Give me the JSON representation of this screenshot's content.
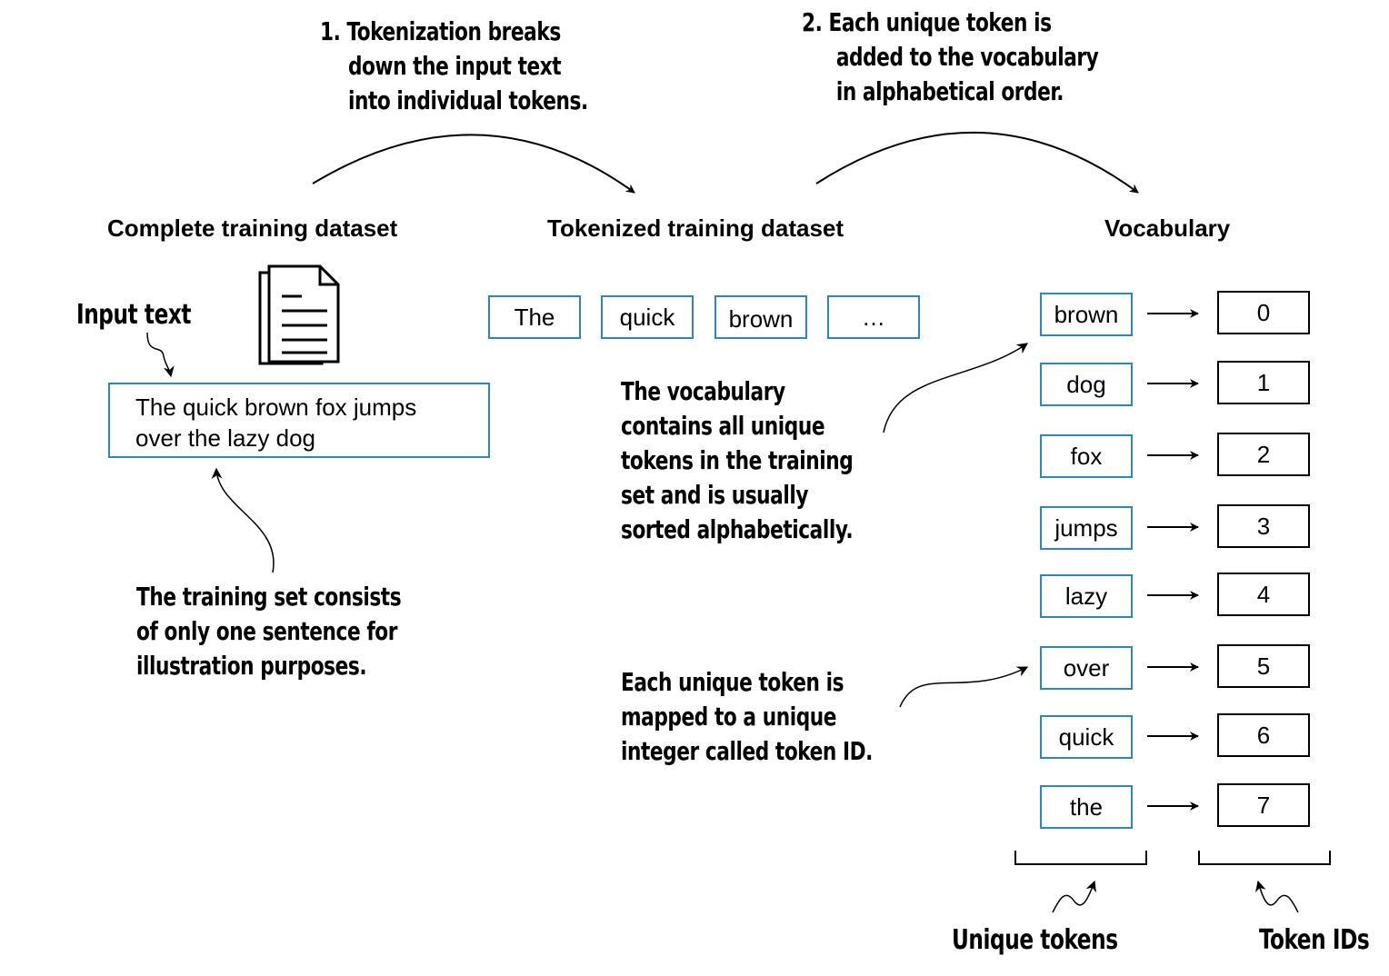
{
  "steps": {
    "step1": [
      "1. Tokenization breaks",
      "down the input text",
      "into individual tokens."
    ],
    "step2": [
      "2. Each unique token is",
      "added to the vocabulary",
      "in alphabetical order."
    ]
  },
  "headings": {
    "complete": "Complete training dataset",
    "tokenized": "Tokenized training dataset",
    "vocabulary": "Vocabulary"
  },
  "input": {
    "label": "Input text",
    "text_line1": "The quick brown fox jumps",
    "text_line2": "over the lazy dog"
  },
  "tokenized_tokens": [
    "The",
    "quick",
    "brown",
    "…"
  ],
  "vocabulary": {
    "tokens": [
      "brown",
      "dog",
      "fox",
      "jumps",
      "lazy",
      "over",
      "quick",
      "the"
    ],
    "ids": [
      "0",
      "1",
      "2",
      "3",
      "4",
      "5",
      "6",
      "7"
    ]
  },
  "annotations": {
    "training_set": [
      "The training set consists",
      "of only one sentence for",
      "illustration purposes."
    ],
    "vocab_note": [
      "The vocabulary",
      "contains all unique",
      "tokens in the training",
      "set and is usually",
      "sorted alphabetically."
    ],
    "mapping_note": [
      "Each unique token is",
      "mapped to a unique",
      "integer called token ID."
    ]
  },
  "bottom_labels": {
    "unique_tokens": "Unique tokens",
    "token_ids": "Token IDs"
  },
  "colors": {
    "token_border": "#2e86c1",
    "id_border": "#000000"
  },
  "icons": {
    "document": "document-icon"
  }
}
